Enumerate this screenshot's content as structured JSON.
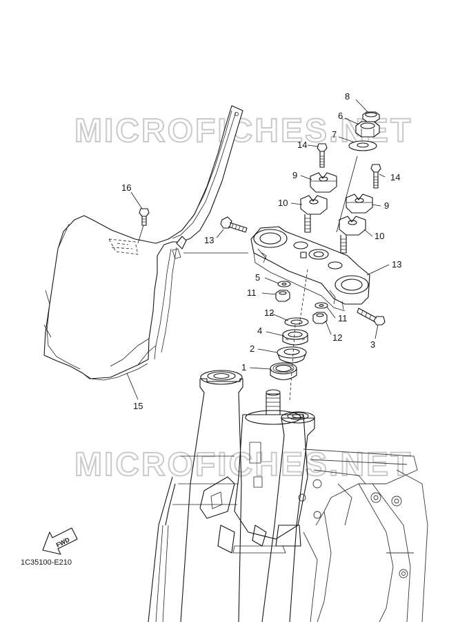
{
  "watermark": "MICROFICHES.NET",
  "diagram_code": "1C35100-E210",
  "fwd_label": "FWD",
  "callouts": [
    {
      "id": "c8",
      "label": "8"
    },
    {
      "id": "c6",
      "label": "6"
    },
    {
      "id": "c7",
      "label": "7"
    },
    {
      "id": "c14a",
      "label": "14"
    },
    {
      "id": "c14b",
      "label": "14"
    },
    {
      "id": "c9a",
      "label": "9"
    },
    {
      "id": "c9b",
      "label": "9"
    },
    {
      "id": "c10a",
      "label": "10"
    },
    {
      "id": "c10b",
      "label": "10"
    },
    {
      "id": "c16",
      "label": "16"
    },
    {
      "id": "c13a",
      "label": "13"
    },
    {
      "id": "c13b",
      "label": "13"
    },
    {
      "id": "c5",
      "label": "5"
    },
    {
      "id": "c11a",
      "label": "11"
    },
    {
      "id": "c11b",
      "label": "11"
    },
    {
      "id": "c12a",
      "label": "12"
    },
    {
      "id": "c12b",
      "label": "12"
    },
    {
      "id": "c4",
      "label": "4"
    },
    {
      "id": "c3",
      "label": "3"
    },
    {
      "id": "c2",
      "label": "2"
    },
    {
      "id": "c1",
      "label": "1"
    },
    {
      "id": "c15",
      "label": "15"
    }
  ]
}
